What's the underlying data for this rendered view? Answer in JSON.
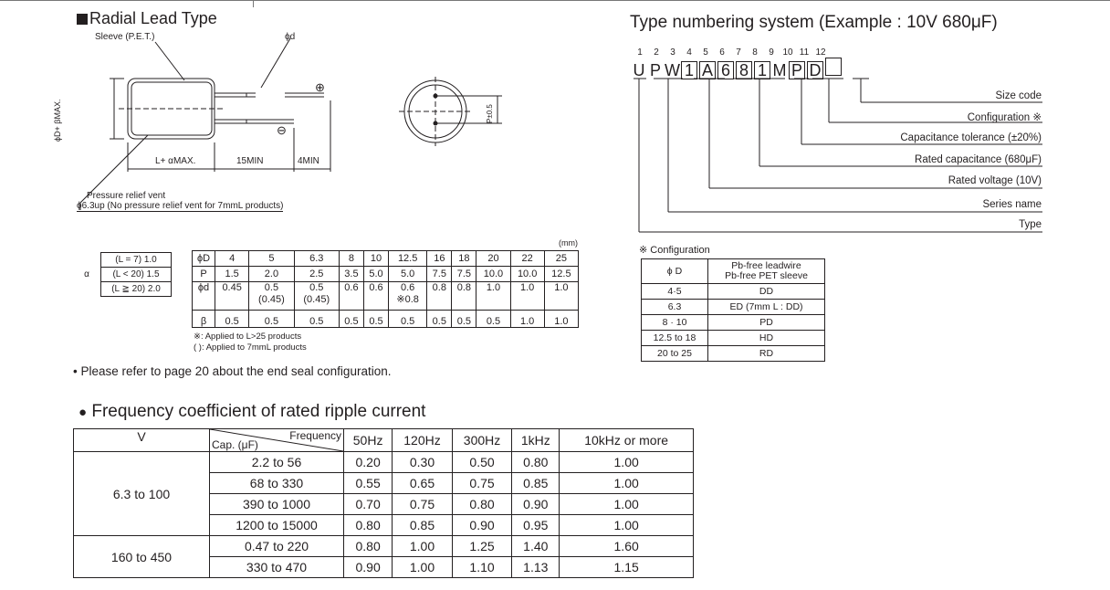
{
  "radial": {
    "title": "Radial Lead Type",
    "sleeve_label": "Sleeve (P.E.T.)",
    "phid_label": "ϕd",
    "plus": "⊕",
    "minus": "⊖",
    "diam_label": "ϕD+ βMAX.",
    "length_label": "L+ αMAX.",
    "lead_len": "15MIN",
    "end_len": "4MIN",
    "pitch_label": "P±0.5",
    "pressure_line1": "Pressure relief vent",
    "pressure_line2": "ϕ6.3up (No pressure relief vent for 7mmL  products)"
  },
  "alpha_table": {
    "symbol": "α",
    "rows": [
      [
        "(L = 7) 1.0"
      ],
      [
        "(L < 20) 1.5"
      ],
      [
        "(L ≧ 20) 2.0"
      ]
    ]
  },
  "dims_table": {
    "unit": "(mm)",
    "rows": [
      [
        "ϕD",
        "4",
        "5",
        "6.3",
        "8",
        "10",
        "12.5",
        "16",
        "18",
        "20",
        "22",
        "25"
      ],
      [
        "P",
        "1.5",
        "2.0",
        "2.5",
        "3.5",
        "5.0",
        "5.0",
        "7.5",
        "7.5",
        "10.0",
        "10.0",
        "12.5"
      ],
      [
        "ϕd",
        "0.45",
        "0.5\n(0.45)",
        "0.5\n(0.45)",
        "0.6",
        "0.6",
        "0.6\n※0.8",
        "0.8",
        "0.8",
        "1.0",
        "1.0",
        "1.0"
      ],
      [
        "β",
        "0.5",
        "0.5",
        "0.5",
        "0.5",
        "0.5",
        "0.5",
        "0.5",
        "0.5",
        "0.5",
        "1.0",
        "1.0"
      ]
    ],
    "note1": "※: Applied to L>25 products",
    "note2": "( ): Applied to 7mmL products"
  },
  "end_seal_note": "• Please refer to page 20 about the end seal configuration.",
  "type_numbering": {
    "title": "Type numbering system  (Example : 10V  680μF)",
    "positions": [
      "1",
      "2",
      "3",
      "4",
      "5",
      "6",
      "7",
      "8",
      "9",
      "10",
      "11",
      "12"
    ],
    "chars": [
      {
        "c": "U",
        "boxed": false
      },
      {
        "c": "P",
        "boxed": false
      },
      {
        "c": "W",
        "boxed": false
      },
      {
        "c": "1",
        "boxed": true
      },
      {
        "c": "A",
        "boxed": true
      },
      {
        "c": "6",
        "boxed": true
      },
      {
        "c": "8",
        "boxed": true
      },
      {
        "c": "1",
        "boxed": true
      },
      {
        "c": "M",
        "boxed": false
      },
      {
        "c": "P",
        "boxed": true
      },
      {
        "c": "D",
        "boxed": true
      },
      {
        "c": "",
        "boxed": true
      }
    ],
    "labels": [
      "Size code",
      "Configuration ※",
      "Capacitance tolerance (±20%)",
      "Rated capacitance (680μF)",
      "Rated voltage (10V)",
      "Series name",
      "Type"
    ]
  },
  "configuration": {
    "title": "※ Configuration",
    "header": [
      "ϕ D",
      "Pb-free leadwire\nPb-free PET sleeve"
    ],
    "rows": [
      [
        "4·5",
        "DD"
      ],
      [
        "6.3",
        "ED (7mm L : DD)"
      ],
      [
        "8 · 10",
        "PD"
      ],
      [
        "12.5 to 18",
        "HD"
      ],
      [
        "20 to 25",
        "RD"
      ]
    ]
  },
  "frequency": {
    "title": "Frequency coefficient of rated ripple current",
    "col_v": "V",
    "col_freq": "Frequency",
    "col_cap": "Cap. (μF)",
    "freq_headers": [
      "50Hz",
      "120Hz",
      "300Hz",
      "1kHz",
      "10kHz or more"
    ],
    "groups": [
      {
        "v": "6.3 to 100",
        "rows": [
          [
            "2.2 to 56",
            "0.20",
            "0.30",
            "0.50",
            "0.80",
            "1.00"
          ],
          [
            "68 to 330",
            "0.55",
            "0.65",
            "0.75",
            "0.85",
            "1.00"
          ],
          [
            "390 to 1000",
            "0.70",
            "0.75",
            "0.80",
            "0.90",
            "1.00"
          ],
          [
            "1200 to 15000",
            "0.80",
            "0.85",
            "0.90",
            "0.95",
            "1.00"
          ]
        ]
      },
      {
        "v": "160 to 450",
        "rows": [
          [
            "0.47 to 220",
            "0.80",
            "1.00",
            "1.25",
            "1.40",
            "1.60"
          ],
          [
            "330 to 470",
            "0.90",
            "1.00",
            "1.10",
            "1.13",
            "1.15"
          ]
        ]
      }
    ]
  }
}
